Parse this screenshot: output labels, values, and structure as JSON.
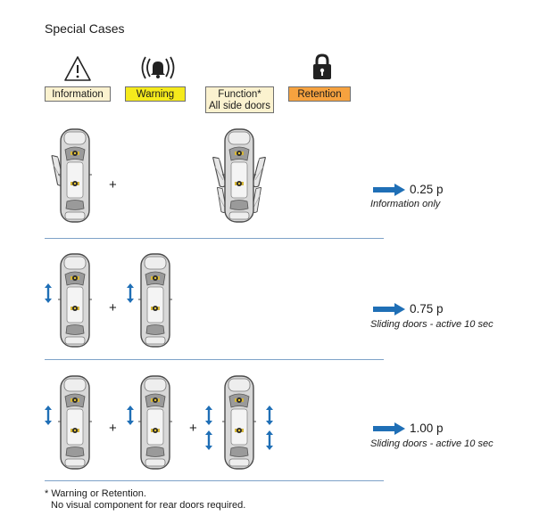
{
  "title": "Special Cases",
  "legend": {
    "information": "Information",
    "warning": "Warning",
    "function_line1": "Function*",
    "function_line2": "All side doors",
    "retention": "Retention"
  },
  "colors": {
    "information": "#fbf2cf",
    "warning": "#f5ea1c",
    "function": "#fbf2cf",
    "retention": "#f6a23f",
    "arrow": "#1f6fb6",
    "separator": "#7ea2c8"
  },
  "icons": [
    "warning-triangle-icon",
    "bell-ringing-icon",
    "padlock-icon",
    "right-arrow-icon",
    "double-arrow-icon"
  ],
  "rows": [
    {
      "value": "0.25 p",
      "note": "Information only"
    },
    {
      "value": "0.75 p",
      "note": "Sliding doors - active 10 sec"
    },
    {
      "value": "1.00 p",
      "note": "Sliding doors - active 10 sec"
    }
  ],
  "plus": "+",
  "footnote": {
    "line1": "* Warning or Retention.",
    "line2": "No visual component for rear doors required."
  }
}
